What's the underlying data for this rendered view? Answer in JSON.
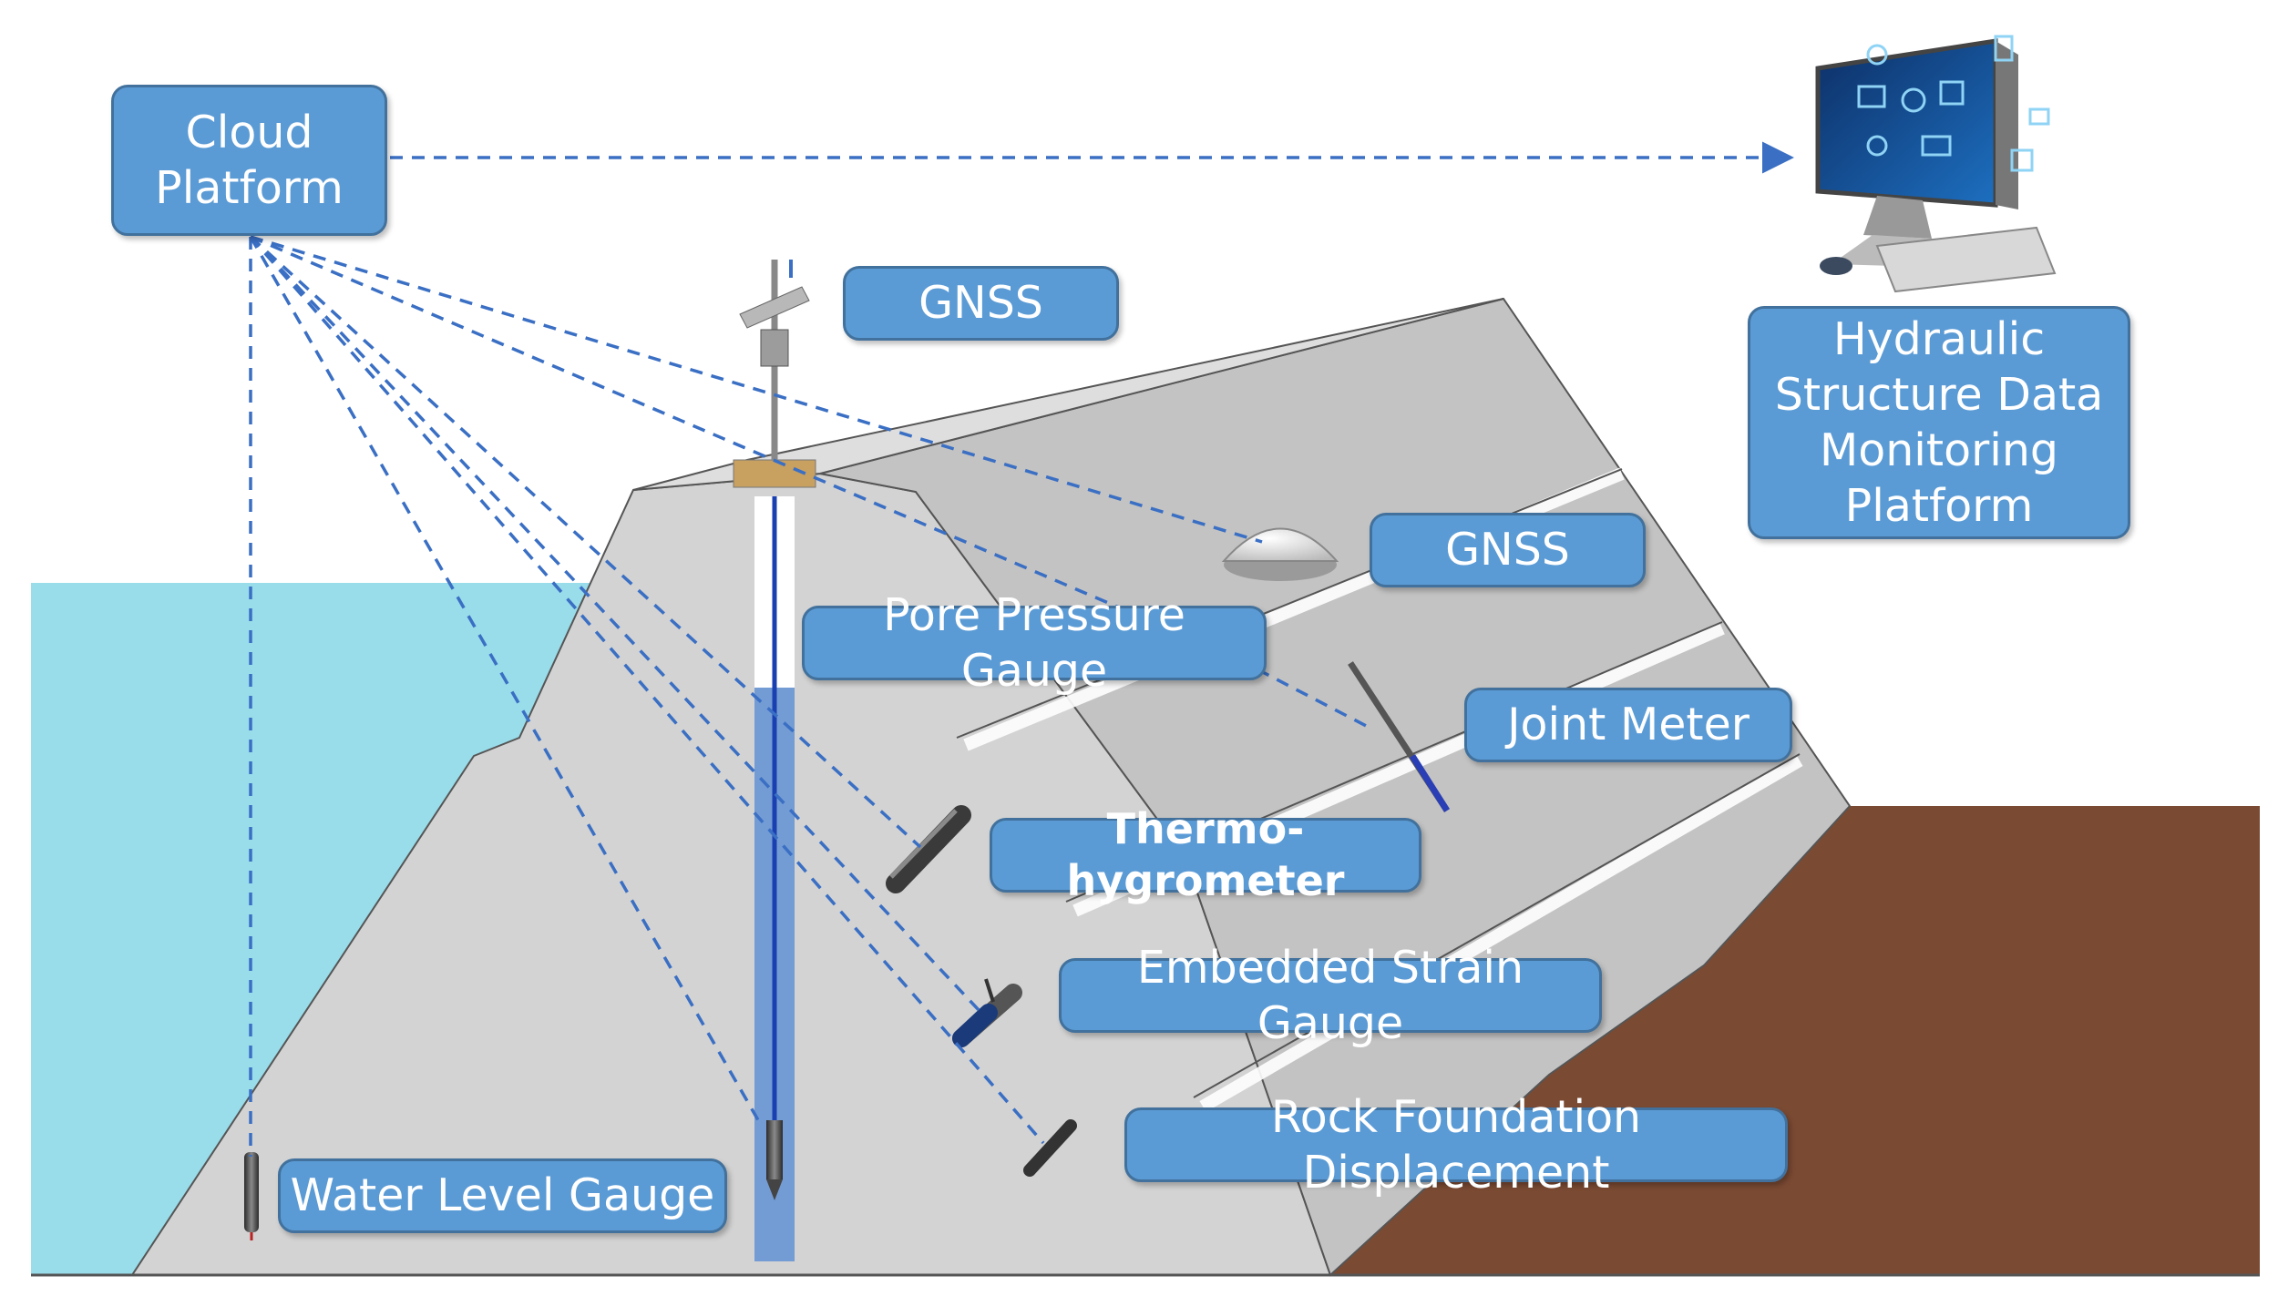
{
  "labels": {
    "cloud_platform": "Cloud\nPlatform",
    "monitoring_platform": "Hydraulic\nStructure Data\nMonitoring\nPlatform",
    "gnss_top": "GNSS",
    "gnss_dam": "GNSS",
    "pore_pressure": "Pore Pressure Gauge",
    "joint_meter": "Joint Meter",
    "thermo_hygrometer": "Thermo-hygrometer",
    "strain_gauge": "Embedded Strain Gauge",
    "rock_displacement": "Rock Foundation Displacement",
    "water_level": "Water Level Gauge"
  },
  "colors": {
    "label_fill": "#5b9bd5",
    "label_border": "#41719c",
    "connector": "#3a6fc4",
    "water": "#99dcea",
    "dam": "#d3d3d3",
    "soil": "#7b4a33"
  },
  "icons": {
    "computer": "computer-monitor-icon",
    "gnss_station": "gnss-mast-icon",
    "gnss_receiver": "gnss-antenna-icon",
    "sensor": "sensor-probe-icon"
  }
}
